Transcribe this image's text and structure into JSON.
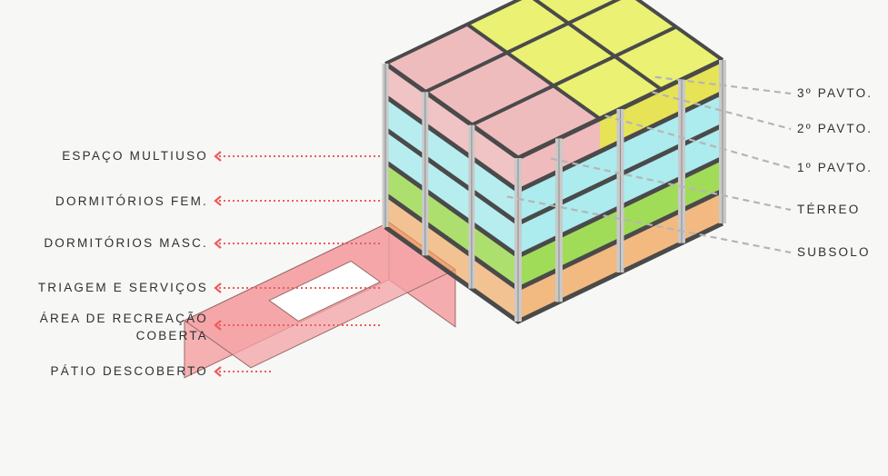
{
  "program_labels": [
    {
      "text": "ESPAÇO MULTIUSO",
      "color": "#e8a4a6"
    },
    {
      "text": "DORMITÓRIOS FEM.",
      "color": "#8fe6ec"
    },
    {
      "text": "DORMITÓRIOS MASC.",
      "color": "#92e4dc"
    },
    {
      "text": "TRIAGEM E SERVIÇOS",
      "color": "#7fd11c"
    },
    {
      "text": "ÁREA DE RECREAÇÃO",
      "text2": "COBERTA",
      "color": "#f0a155"
    },
    {
      "text": "PÁTIO DESCOBERTO",
      "color": "#f4a3a6"
    }
  ],
  "floor_labels": [
    "3º PAVTO.",
    "2º PAVTO.",
    "1º PAVTO.",
    "TÉRREO",
    "SUBSOLO"
  ],
  "colors": {
    "arrow": "#ef5b5b",
    "leader": "#b5b5b5",
    "frame": "#4a4a4a",
    "column": "#c9c9c9",
    "roof_yellow": "#e4ee3c",
    "roof_pink": "#eba3a6",
    "cyan": "#8fe6ec",
    "green": "#7fd11c",
    "orange": "#f0a155",
    "patio": "#f4a3a6"
  }
}
